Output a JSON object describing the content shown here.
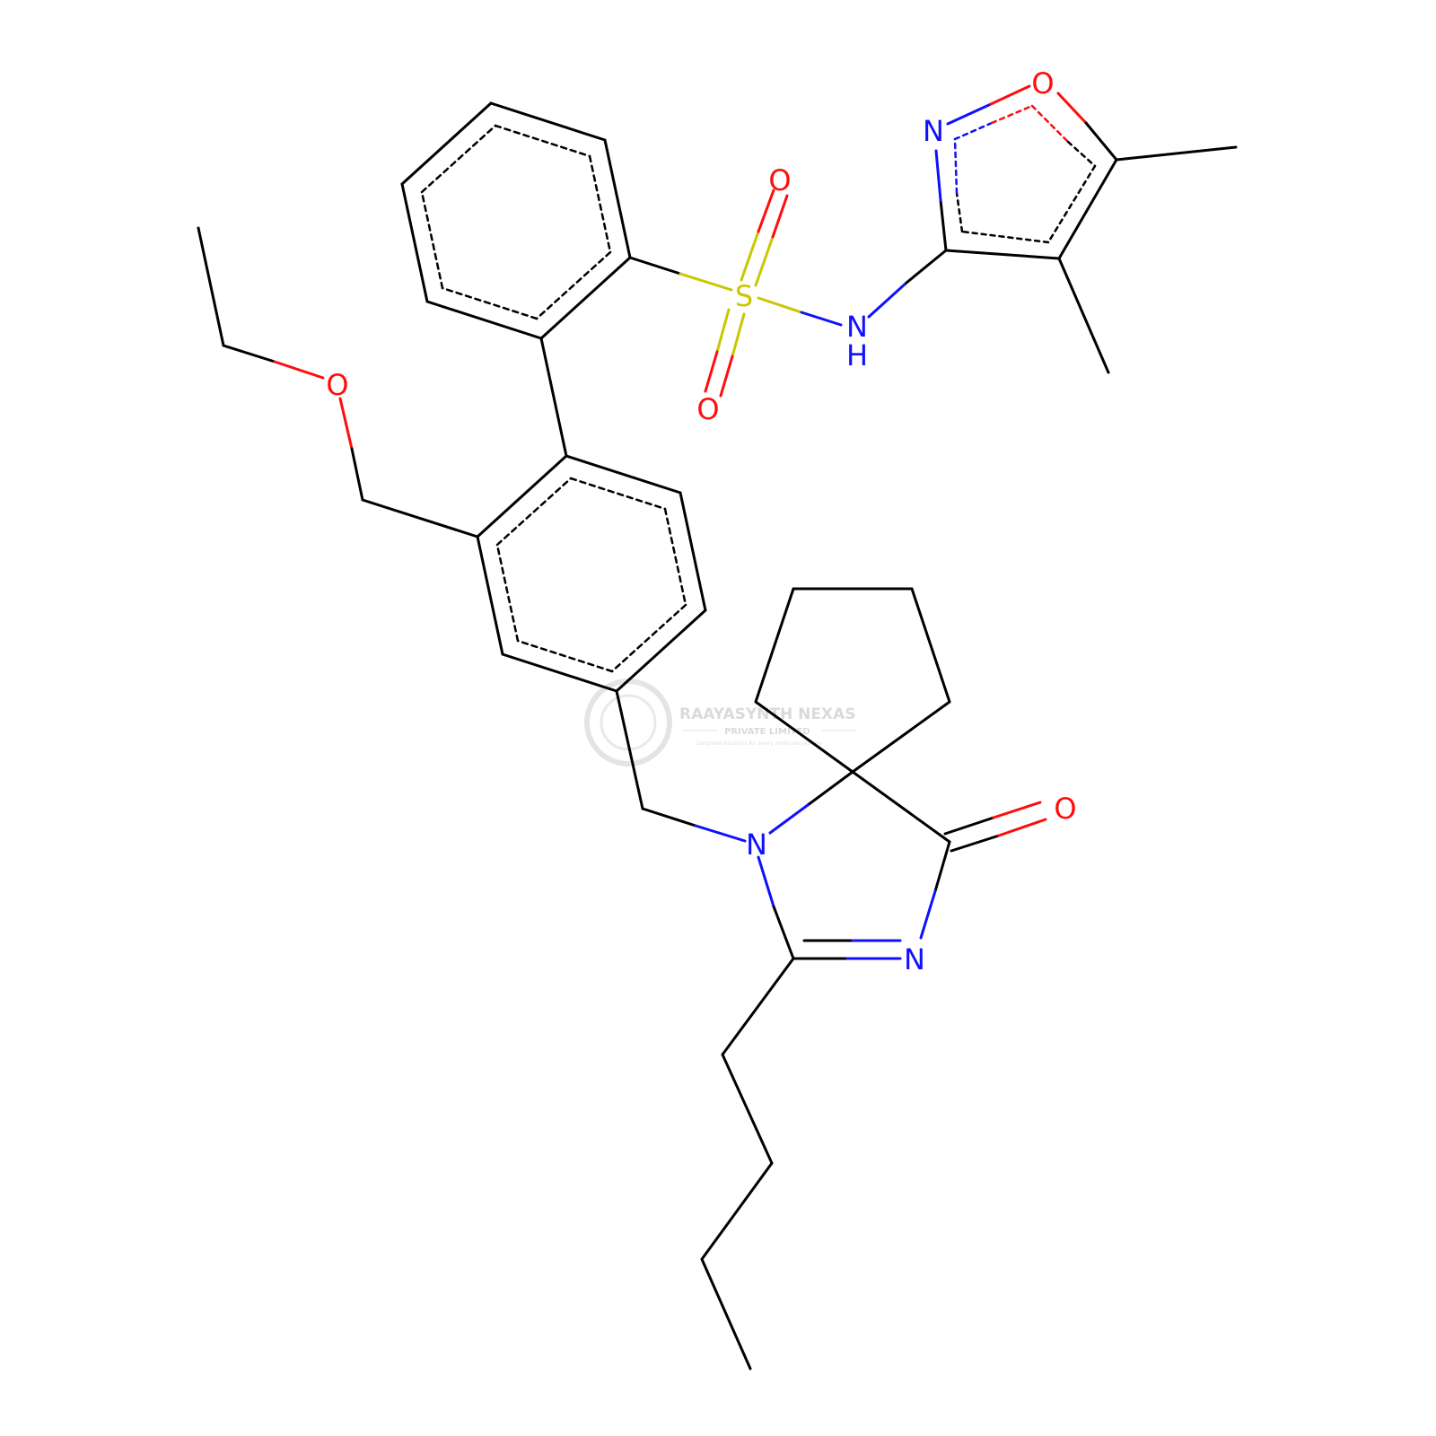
{
  "molecule": {
    "atom_labels": {
      "o_isoxazole": "O",
      "n_isoxazole": "N",
      "o_sulfonyl_top": "O",
      "s_sulfonyl": "S",
      "n_sulfonamide": "N",
      "h_sulfonamide": "H",
      "o_sulfonyl_bottom": "O",
      "o_ether": "O",
      "o_carbonyl": "O",
      "n_imidazolone_1": "N",
      "n_imidazolone_3": "N"
    },
    "colors": {
      "bond": "#000000",
      "oxygen": "#ff0d0d",
      "nitrogen": "#1010ff",
      "sulfur": "#c8c800"
    }
  },
  "watermark": {
    "company": "RAAYASYNTH NEXAS",
    "subtitle": "PRIVATE LIMITED",
    "tagline": "Complete solutions for every molecule journey",
    "color": "#bdbdbd"
  }
}
